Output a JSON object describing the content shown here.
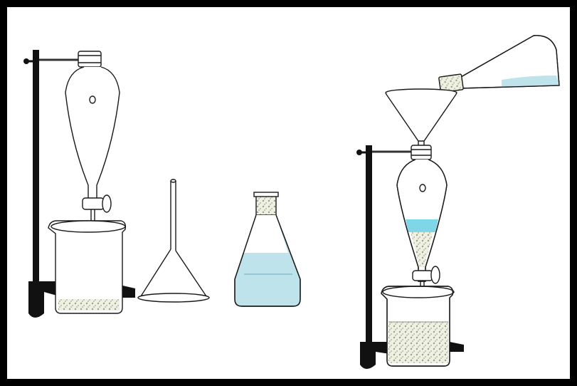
{
  "diagram": {
    "colors": {
      "frame": "#000000",
      "line": "#1a1a1a",
      "liquid": "#bfe3ea",
      "liquid_bright": "#7fd6e6",
      "sediment": "#d9dcc9",
      "stand": "#111111"
    },
    "items": [
      "retort-stand",
      "separatory-funnel",
      "beaker",
      "filter-funnel",
      "erlenmeyer-flask",
      "pouring-flask",
      "filter-funnel",
      "separatory-funnel",
      "beaker",
      "retort-stand"
    ]
  }
}
